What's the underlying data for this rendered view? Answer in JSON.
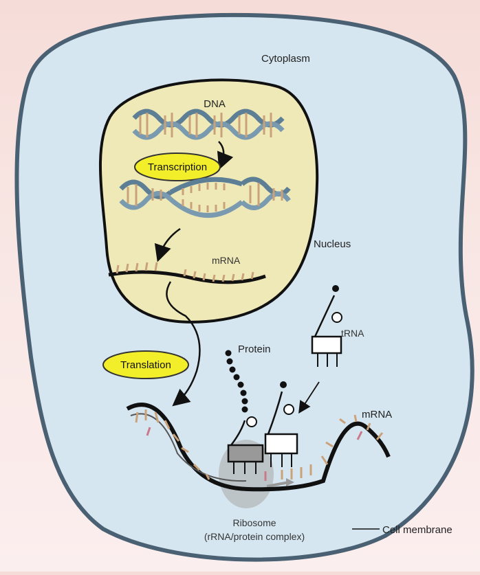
{
  "diagram": {
    "cytoplasm_label": "Cytoplasm",
    "dna_label": "DNA",
    "transcription_label": "Transcription",
    "nucleus_label": "Nucleus",
    "mrna_nucleus_label": "mRNA",
    "translation_label": "Translation",
    "protein_label": "Protein",
    "trna_label": "tRNA",
    "mrna_cytoplasm_label": "mRNA",
    "ribosome_label": "Ribosome",
    "ribosome_sublabel": "(rRNA/protein complex)",
    "cell_membrane_label": "Cell membrane"
  },
  "colors": {
    "cytoplasm": "#d6e6f0",
    "membrane": "#4a6073",
    "nucleus": "#efe9b8",
    "dna_strand": "#5d7f95",
    "pill": "#f3ee2a",
    "ribosome": "#a8a8a8"
  }
}
